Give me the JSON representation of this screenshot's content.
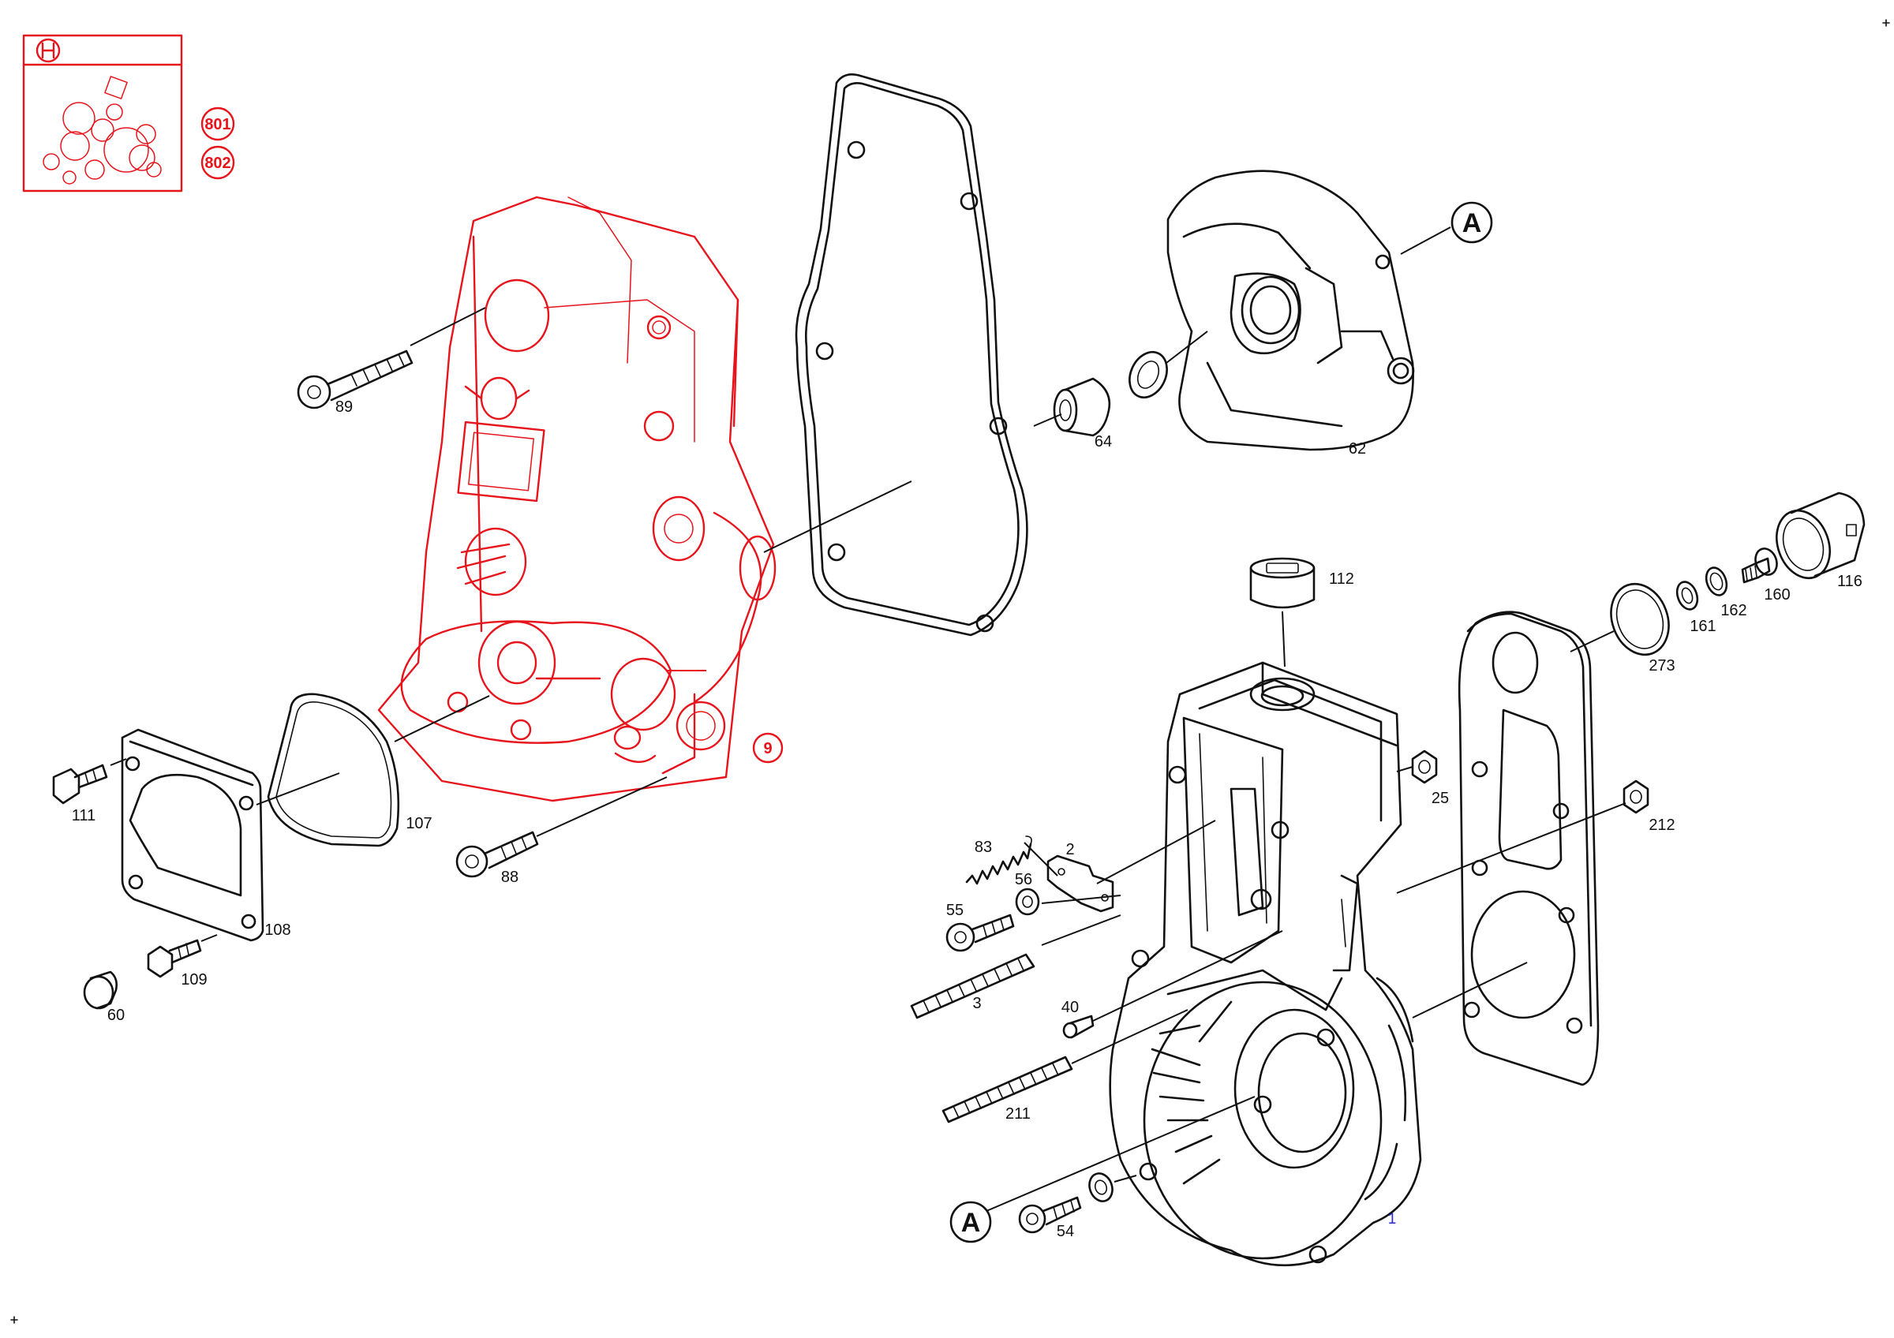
{
  "parts": {
    "p89": "89",
    "p64": "64",
    "p62": "62",
    "p112": "112",
    "p116": "116",
    "p160": "160",
    "p162": "162",
    "p161": "161",
    "p273": "273",
    "p25": "25",
    "p212": "212",
    "p83": "83",
    "p2": "2",
    "p56": "56",
    "p55": "55",
    "p3": "3",
    "p40": "40",
    "p211": "211",
    "p54": "54",
    "p111": "111",
    "p107": "107",
    "p88": "88",
    "p108": "108",
    "p109": "109",
    "p60": "60",
    "p1": "1",
    "p9": "9",
    "p801": "801",
    "p802": "802"
  },
  "markers": {
    "ref_a_top": "A",
    "ref_a_bottom": "A"
  },
  "colors": {
    "line": "#111111",
    "highlight": "#e8141c",
    "label_blue": "#2a2ad0",
    "background": "#ffffff"
  },
  "icons": {
    "brand_logo": "bosch-logo-icon",
    "kit_thumbnail": "seal-kit-icon"
  }
}
